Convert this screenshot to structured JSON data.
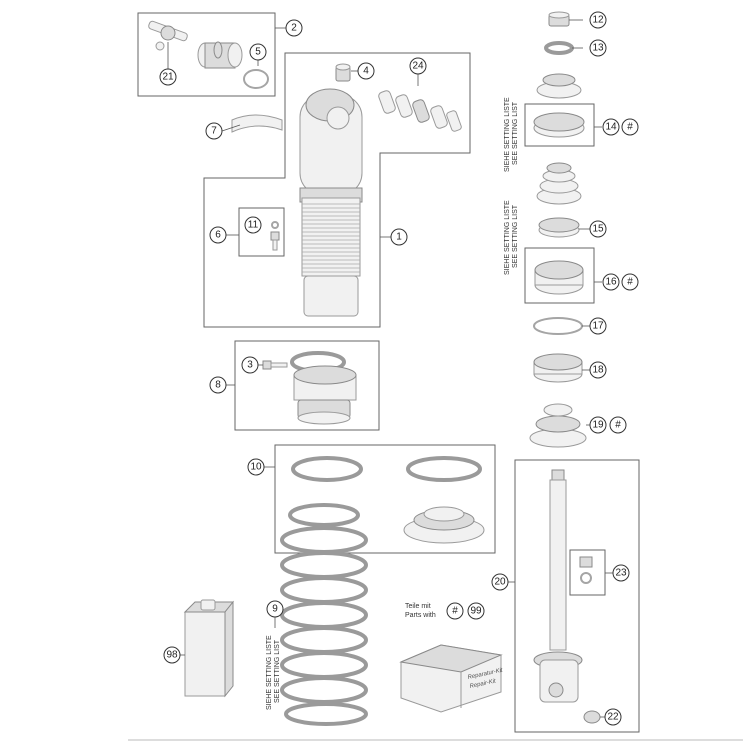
{
  "callouts": {
    "c1": "1",
    "c2": "2",
    "c3": "3",
    "c4": "4",
    "c5": "5",
    "c6": "6",
    "c7": "7",
    "c8": "8",
    "c9": "9",
    "c10": "10",
    "c11": "11",
    "c12": "12",
    "c13": "13",
    "c14": "14",
    "c15": "15",
    "c16": "16",
    "c17": "17",
    "c18": "18",
    "c19": "19",
    "c20": "20",
    "c21": "21",
    "c22": "22",
    "c23": "23",
    "c24": "24",
    "c98": "98",
    "c99": "99"
  },
  "hash": "#",
  "setting_list": {
    "line1": "SIEHE SETTING LISTE",
    "line2": "SEE SETTING LIST"
  },
  "parts_with": {
    "line1": "Teile mit",
    "line2": "Parts with"
  },
  "repair_kit": {
    "line1": "Reparatur-Kit",
    "line2": "Repair-Kit"
  }
}
